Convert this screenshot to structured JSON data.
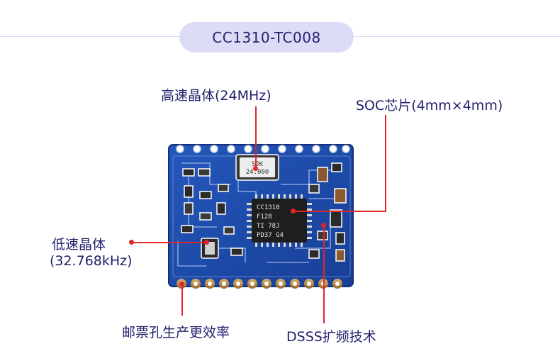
{
  "title": "CC1310-TC008",
  "crystal_labels": {
    "high_speed": "高速晶体(24MHz)",
    "low_speed_line1": "低速晶体",
    "low_speed_line2": "(32.768kHz)"
  },
  "soc_label": "SOC芯片(4mm×4mm)",
  "stamp_hole_label": "邮票孔生产更效率",
  "dsss_label": "DSSS扩频技术",
  "board_text": {
    "crystal_brand": "SJK",
    "crystal_freq": "24.000",
    "chip_line1": "CC1310",
    "chip_line2": "F128",
    "chip_line3": "TI 78J",
    "chip_line4": "PD37 G4"
  },
  "colors": {
    "accent": "#e2232a",
    "label_text": "#1f1f6b",
    "pill_bg": "#dcdcf6",
    "pcb_blue": "#1f4fb0"
  }
}
